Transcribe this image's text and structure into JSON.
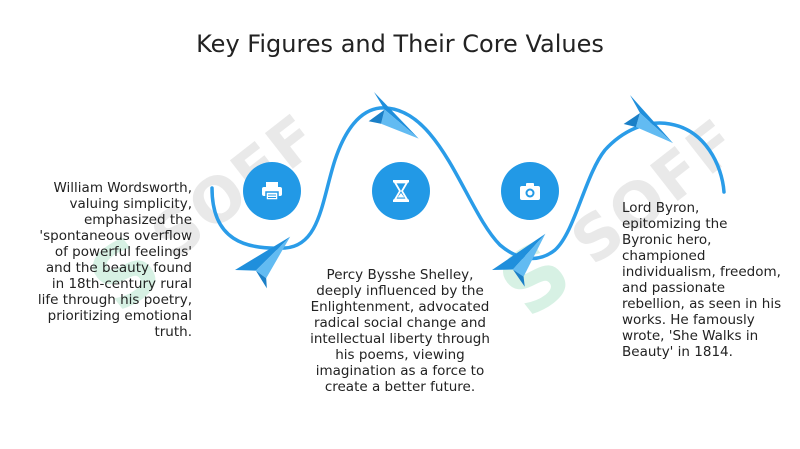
{
  "title": "Key Figures and Their Core Values",
  "accent_color": "#2299e6",
  "plane_color": "#2a9ce8",
  "watermark": {
    "text": "SOFF",
    "mark": "S"
  },
  "items": [
    {
      "icon": "printer-icon",
      "text": "William Wordsworth, valuing simplicity, emphasized the 'spontaneous overflow of powerful feelings' and the beauty found in 18th-century rural life through his poetry, prioritizing emotional truth."
    },
    {
      "icon": "hourglass-icon",
      "text": "Percy Bysshe Shelley, deeply influenced by the Enlightenment, advocated radical social change and intellectual liberty through his poems, viewing imagination as a force to create a better future."
    },
    {
      "icon": "camera-icon",
      "text": "Lord Byron, epitomizing the Byronic hero, championed individualism, freedom, and passionate rebellion, as seen in his works. He famously wrote, 'She Walks in Beauty' in 1814."
    }
  ]
}
